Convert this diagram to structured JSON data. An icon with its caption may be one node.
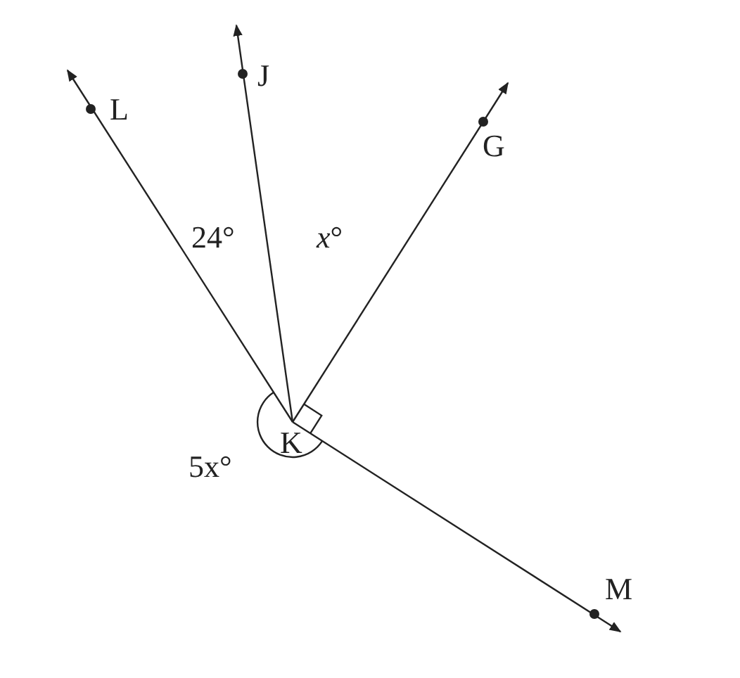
{
  "diagram": {
    "nodes": [
      {
        "text": [
          "K"
        ]
      },
      {
        "text": [
          "L"
        ]
      },
      {
        "text": [
          "J"
        ]
      },
      {
        "text": [
          "G"
        ]
      },
      {
        "text": [
          "M"
        ]
      }
    ],
    "edges": [
      {
        "from": 0,
        "to": 1,
        "arrow": "to"
      },
      {
        "from": 0,
        "to": 2,
        "arrow": "to"
      },
      {
        "from": 0,
        "to": 3,
        "arrow": "to"
      },
      {
        "from": 0,
        "to": 4,
        "arrow": "to"
      }
    ],
    "labels": [
      "24°",
      "*x*°",
      "5x°"
    ]
  }
}
